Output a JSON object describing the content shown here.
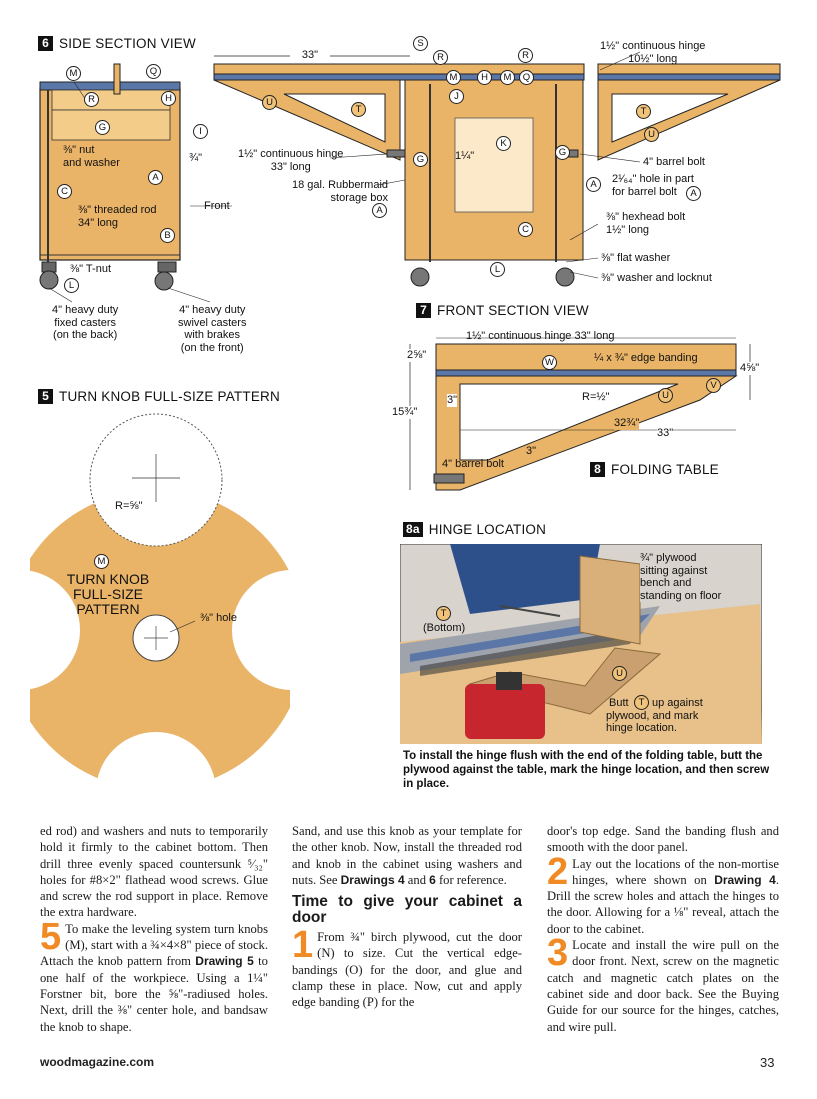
{
  "figures": {
    "side_section": {
      "number": "6",
      "title": "SIDE SECTION VIEW",
      "labels": {
        "dim_33": "33\"",
        "nut_washer": "⅜\" nut\nand washer",
        "dim_34": "¾\"",
        "threaded_rod": "⅜\" threaded rod\n34\" long",
        "front": "Front",
        "tnut": "⅜\" T-nut",
        "fixed_casters": "4\" heavy duty\nfixed casters\n(on the back)",
        "swivel_casters": "4\" heavy duty\nswivel casters\nwith brakes\n(on the front)",
        "hinge_33": "1½\" continuous hinge\n33\" long",
        "storage_box": "18 gal. Rubbermaid\nstorage box",
        "dim_114": "1¼\"",
        "hinge_1012": "1½\" continuous hinge\n10½\" long",
        "barrel_bolt": "4\" barrel bolt",
        "hole_barrel": "2¹⁄₆₄\" hole in part\nfor barrel bolt",
        "hexhead": "⅜\" hexhead bolt\n1½\" long",
        "flat_washer": "⅜\" flat washer",
        "washer_locknut": "⅜\" washer and locknut"
      }
    },
    "front_section": {
      "number": "7",
      "title": "FRONT SECTION VIEW",
      "labels": {
        "hinge_33": "1½\" continuous hinge 33\" long",
        "dim_258": "2⅝\"",
        "edge_banding": "¼ x ¾\" edge banding",
        "dim_458": "4⅝\"",
        "dim_1534": "15¾\"",
        "dim_3a": "3\"",
        "radius": "R=½\"",
        "dim_3234": "32¾\"",
        "dim_33": "33\"",
        "dim_3b": "3\"",
        "barrel_bolt": "4\" barrel bolt"
      }
    },
    "folding_table": {
      "number": "8",
      "title": "FOLDING TABLE"
    },
    "turn_knob": {
      "number": "5",
      "title": "TURN KNOB FULL-SIZE PATTERN",
      "pattern_text": "TURN KNOB\nFULL-SIZE\nPATTERN",
      "radius": "R=⅝\"",
      "hole": "⅜\" hole"
    },
    "hinge_location": {
      "number": "8a",
      "title": "HINGE LOCATION",
      "plywood_note": "¾\" plywood\nsitting against\nbench and\nstanding on floor",
      "bottom": "(Bottom)",
      "butt_note_a": "Butt",
      "butt_note_b": "up against\nplywood, and mark\nhinge location.",
      "caption": "To install the hinge flush with the end of the folding table, butt the plywood against the table, mark the hinge location, and then screw in place."
    }
  },
  "body": {
    "col1_para1": "ed rod) and washers and nuts to temporarily hold it firmly to the cabinet bottom. Then drill three evenly spaced countersunk ⁵⁄₃₂\" holes for #8×2\" flathead wood screws. Glue and screw the rod support in place. Remove the extra hardware.",
    "col1_step_num": "5",
    "col1_step_a": "To make the leveling system turn knobs (M), start with a ¾×4×8\" piece of stock. Attach the knob pattern from ",
    "col1_step_drawing": "Drawing 5",
    "col1_step_b": " to one half of the workpiece. Using a 1¼\" Forstner bit, bore the ⅝\"-radiused holes. Next, drill the ⅜\" center hole, and bandsaw the knob to shape.",
    "col2_para1_a": "Sand, and use this knob as your template for the other knob. Now, install the threaded rod and knob in the cabinet using washers and nuts. See ",
    "col2_para1_d4": "Drawings 4",
    "col2_para1_and": " and ",
    "col2_para1_d6": "6",
    "col2_para1_end": " for reference.",
    "col2_heading": "Time to give your cabinet a door",
    "col2_step_num": "1",
    "col2_step": "From ¾\" birch plywood, cut the door (N) to size. Cut the vertical edge-bandings (O) for the door, and glue and clamp these in place. Now, cut and apply edge banding (P) for the",
    "col3_para1": "door's top edge. Sand the banding flush and smooth with the door panel.",
    "col3_step2_num": "2",
    "col3_step2_a": "Lay out the locations of the non-mortise hinges, where shown on ",
    "col3_step2_drawing": "Drawing 4",
    "col3_step2_b": ". Drill the screw holes and attach the hinges to the door. Allowing for a ⅛\" reveal, attach the door to the cabinet.",
    "col3_step3_num": "3",
    "col3_step3": "Locate and install the wire pull on the door front. Next, screw on the magnetic catch and magnetic catch plates on the cabinet side and door back. See the Buying Guide for our source for the hinges, catches, and wire pull."
  },
  "footer": {
    "site": "woodmagazine.com",
    "page": "33"
  },
  "colors": {
    "wood": "#e9b468",
    "wood_dark": "#c98a3a",
    "accent_orange": "#f08a24",
    "blue_band": "#5a77a8"
  }
}
